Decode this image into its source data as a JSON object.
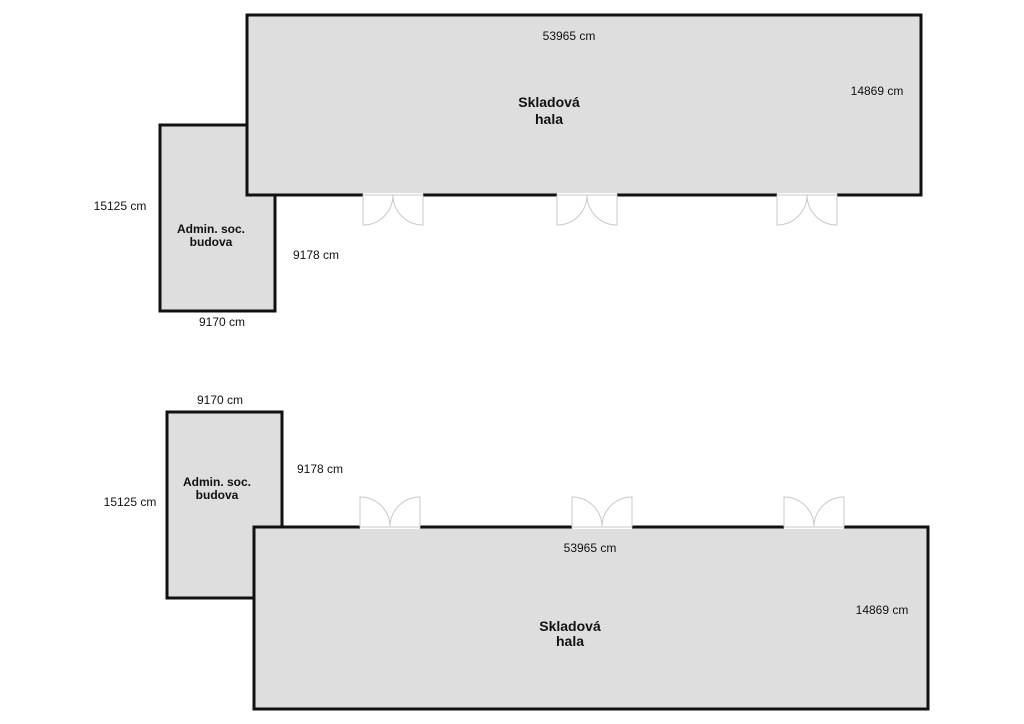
{
  "plans": [
    {
      "hall": {
        "name_line1": "Skladová",
        "name_line2": "hala",
        "length": "53965 cm",
        "width": "14869 cm"
      },
      "admin": {
        "name_line1": "Admin. soc.",
        "name_line2": "budova",
        "height": "15125 cm",
        "width": "9170 cm",
        "offset": "9178 cm"
      }
    },
    {
      "hall": {
        "name_line1": "Skladová",
        "name_line2": "hala",
        "length": "53965 cm",
        "width": "14869 cm"
      },
      "admin": {
        "name_line1": "Admin. soc.",
        "name_line2": "budova",
        "height": "15125 cm",
        "width": "9170 cm",
        "offset": "9178 cm"
      }
    }
  ]
}
